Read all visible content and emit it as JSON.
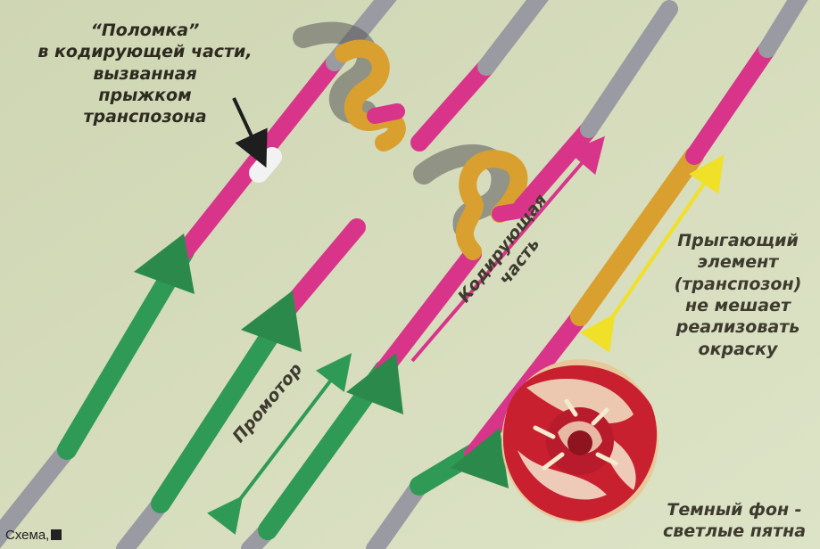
{
  "labels": {
    "breakage": [
      "“Поломка”",
      "в кодирующей части,",
      "вызванная",
      "прыжком",
      "транспозона"
    ],
    "coding_part": [
      "Кодирующая",
      "часть"
    ],
    "promoter": "Промотор",
    "jumping_element": [
      "Прыгающий",
      "элемент",
      "(транспозон)",
      "не мешает",
      "реализовать",
      "окраску"
    ],
    "dark_background": [
      "Темный фон -",
      "светлые пятна"
    ],
    "credit": "Схема,"
  },
  "colors": {
    "background": "#d6dcbd",
    "promoter": "#2f9a55",
    "coding": "#d8358a",
    "gray_dna": "#9a9aa2",
    "transposon": "#d9a030",
    "break_mark": "#f2f2f2",
    "coding_arrow": "#d8358a",
    "promoter_arrow": "#2f9a55",
    "transposon_arrow": "#f0e028",
    "label_text": "#3d3a2e"
  }
}
